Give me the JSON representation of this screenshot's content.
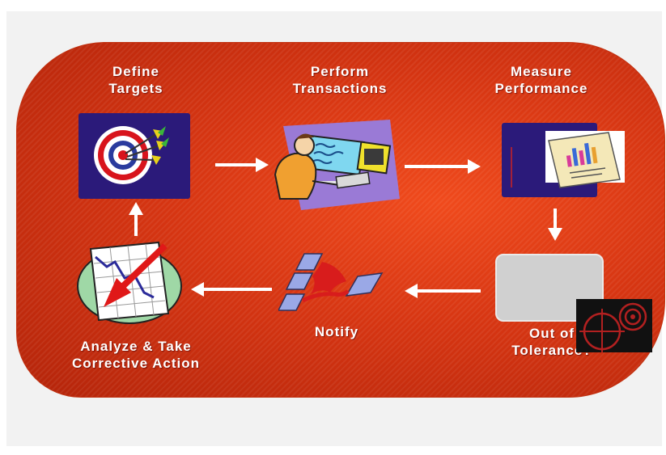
{
  "steps": {
    "define": {
      "line1": "Define",
      "line2": "Targets"
    },
    "perform": {
      "line1": "Perform",
      "line2": "Transactions"
    },
    "measure": {
      "line1": "Measure",
      "line2": "Performance"
    },
    "tolerance": {
      "line1": "Out of",
      "line2": "Tolerance?"
    },
    "notify": {
      "line1": "Notify"
    },
    "analyze": {
      "line1": "Analyze & Take",
      "line2": "Corrective Action"
    }
  },
  "colors": {
    "banner": "#d63512",
    "node_box": "#2b1a7a",
    "arrow": "#ffffff"
  },
  "icons": {
    "define": "target-icon",
    "perform": "computer-worker-icon",
    "measure": "bar-chart-report-icon",
    "tolerance": "crosshair-icon",
    "notify": "signal-flow-icon",
    "analyze": "declining-chart-icon"
  }
}
